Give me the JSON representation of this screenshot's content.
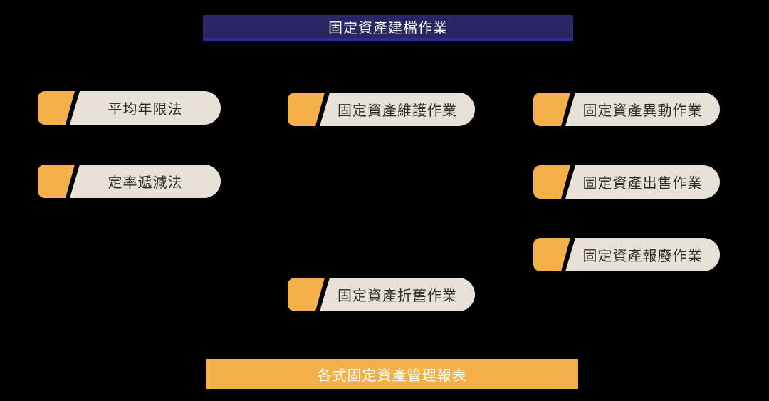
{
  "colors": {
    "background": "#000000",
    "navy": "#2a2664",
    "navy-border": "#2f2d94",
    "orange": "#f4b04a",
    "beige": "#e8e1d7",
    "text-dark": "#2e2c2a",
    "text-light": "#ffffff"
  },
  "header": {
    "label": "固定資產建檔作業"
  },
  "footer": {
    "label": "各式固定資產管理報表"
  },
  "nodes": [
    {
      "label": "平均年限法"
    },
    {
      "label": "定率遞減法"
    },
    {
      "label": "固定資產維護作業"
    },
    {
      "label": "固定資產折舊作業"
    },
    {
      "label": "固定資產異動作業"
    },
    {
      "label": "固定資產出售作業"
    },
    {
      "label": "固定資產報廢作業"
    }
  ]
}
